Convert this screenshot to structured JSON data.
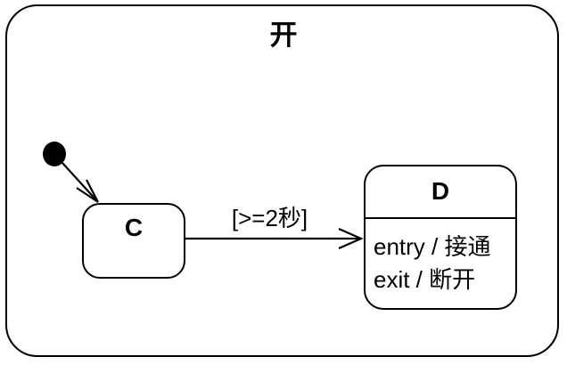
{
  "diagram": {
    "type": "uml-state-diagram",
    "composite_state": {
      "name": "开"
    },
    "initial_state": {
      "shape": "filled-circle"
    },
    "states": [
      {
        "id": "C",
        "name": "C",
        "internal_actions": []
      },
      {
        "id": "D",
        "name": "D",
        "internal_actions": [
          "entry / 接通",
          "exit / 断开"
        ]
      }
    ],
    "transitions": [
      {
        "from": "initial",
        "to": "C",
        "label": ""
      },
      {
        "from": "C",
        "to": "D",
        "label": "[>=2秒]"
      }
    ]
  },
  "colors": {
    "stroke": "#000000",
    "background": "#ffffff"
  }
}
